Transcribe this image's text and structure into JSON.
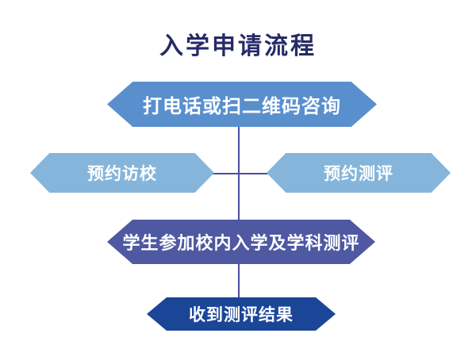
{
  "flow": {
    "title": "入学申请流程",
    "title_color": "#262a67",
    "connector_color": "#4b4ba4",
    "nodes": [
      {
        "id": "consult",
        "label": "打电话或扫二维码咨询",
        "color": "#5a8fce",
        "text_color": "#ffffff"
      },
      {
        "id": "visit-booking",
        "label": "预约访校",
        "color": "#85b5db",
        "text_color": "#ffffff"
      },
      {
        "id": "assessment-booking",
        "label": "预约测评",
        "color": "#85b5db",
        "text_color": "#ffffff"
      },
      {
        "id": "onsite-test",
        "label": "学生参加校内入学及学科测评",
        "color": "#4f59a1",
        "text_color": "#ffffff"
      },
      {
        "id": "result",
        "label": "收到测评结果",
        "color": "#1b4697",
        "text_color": "#ffffff"
      }
    ]
  }
}
